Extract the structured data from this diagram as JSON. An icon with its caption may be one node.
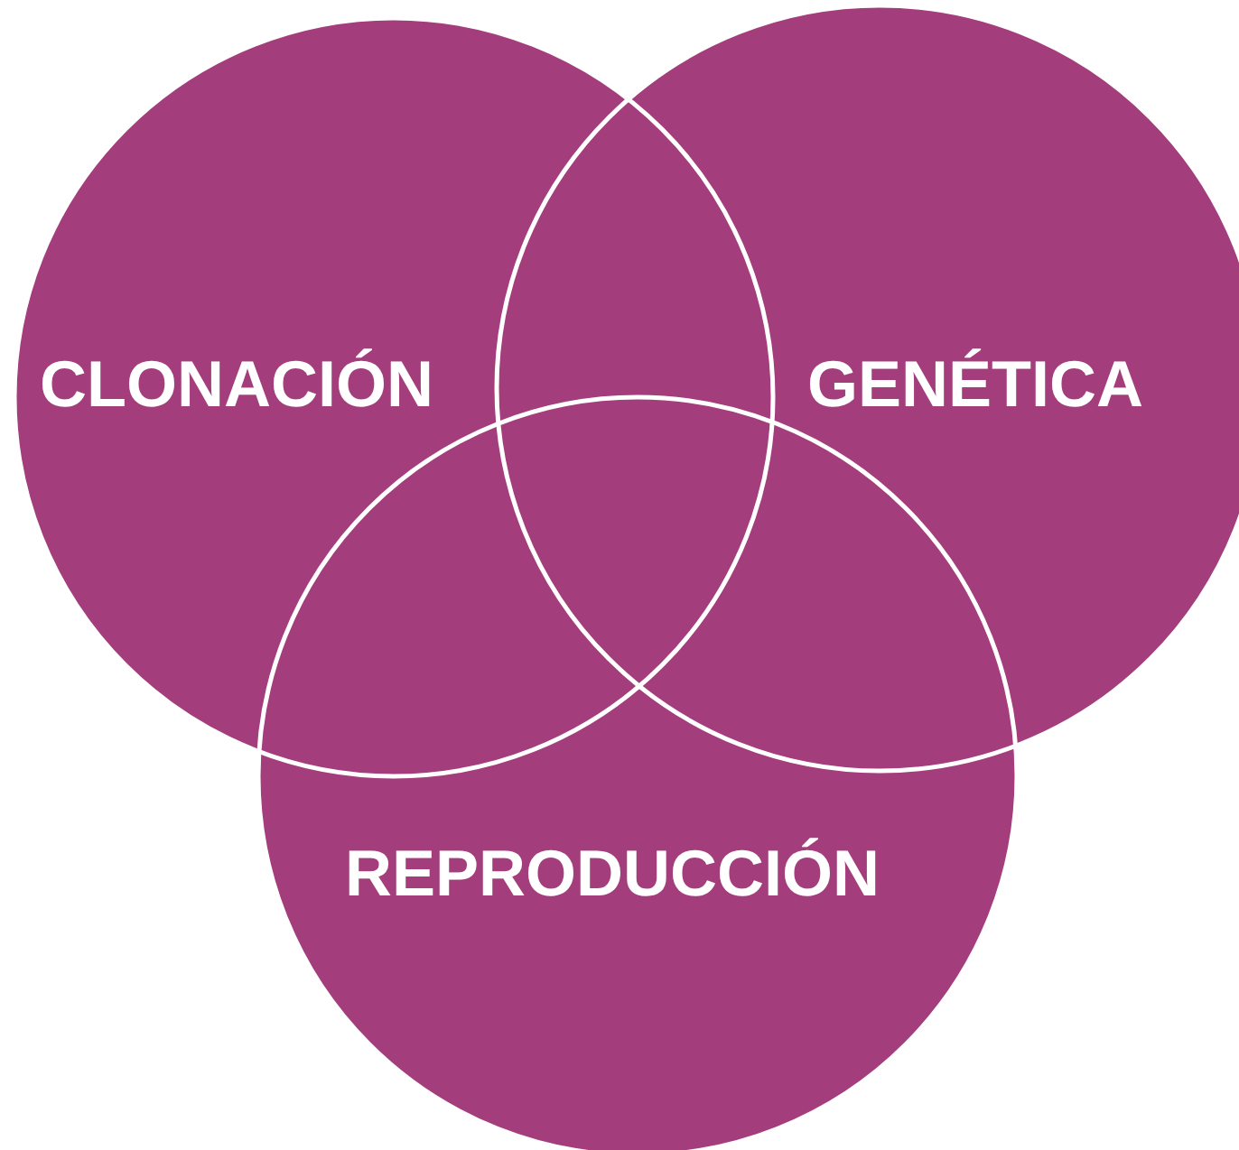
{
  "diagram": {
    "nodes": [
      {
        "text": [
          "CLONACIÓN"
        ]
      },
      {
        "text": [
          "GENÉTICA"
        ]
      },
      {
        "text": [
          "REPRODUCCIÓN"
        ]
      }
    ]
  }
}
